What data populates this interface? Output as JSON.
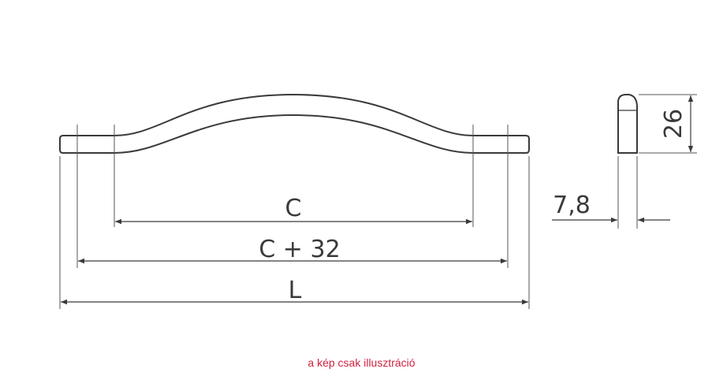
{
  "dimensions": {
    "c": "C",
    "c_plus": "C + 32",
    "length": "L",
    "thickness": "7,8",
    "height": "26"
  },
  "caption": "a kép csak illusztráció",
  "colors": {
    "line": "#3a3a3a",
    "caption": "#d0213f"
  }
}
